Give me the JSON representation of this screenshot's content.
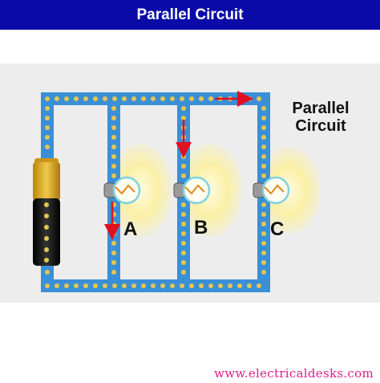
{
  "header": {
    "title": "Parallel Circuit"
  },
  "diagram": {
    "side_label_line1": "Parallel",
    "side_label_line2": "Circuit",
    "bulbs": [
      {
        "label": "A"
      },
      {
        "label": "B"
      },
      {
        "label": "C"
      }
    ]
  },
  "footer": {
    "url": "www.electricaldesks.com"
  },
  "colors": {
    "title_bar": "#0b0ba8",
    "wire": "#3a8fd6",
    "wire_bead": "#e6c650",
    "arrow": "#e01020",
    "bulb_glow": "#fbf0a0",
    "footer_text": "#e0208a"
  },
  "icons": [
    "battery-icon",
    "light-bulb-icon",
    "current-arrow-icon"
  ]
}
